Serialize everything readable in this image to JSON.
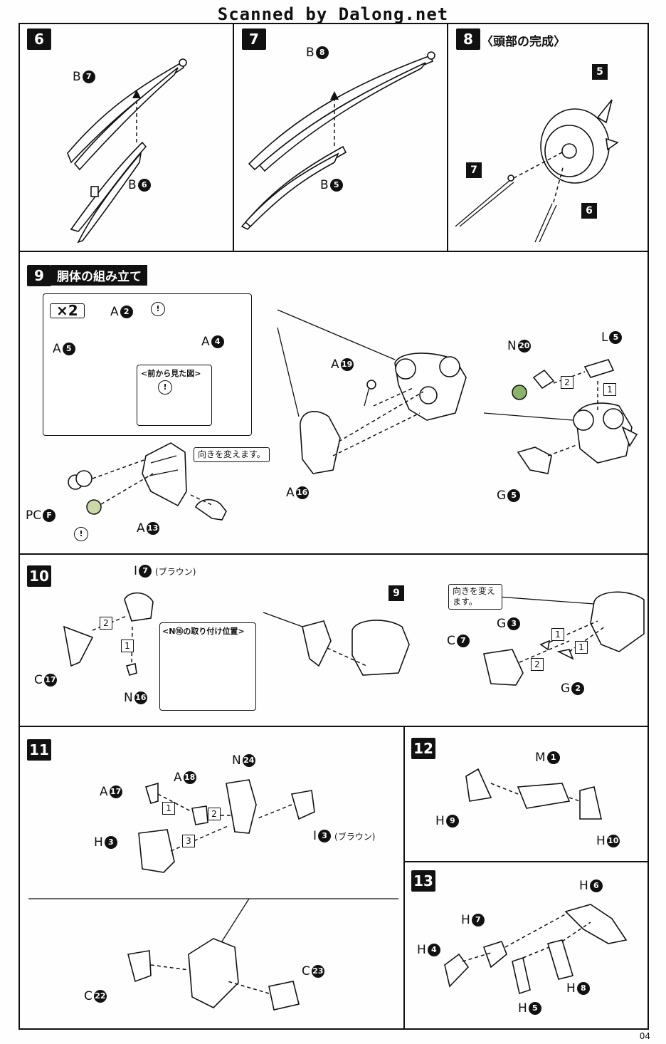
{
  "header": "Scanned by Dalong.net",
  "page_number": "04",
  "steps": {
    "s6": {
      "num": "6",
      "labels": [
        {
          "letter": "B",
          "n": "7"
        },
        {
          "letter": "B",
          "n": "6"
        }
      ]
    },
    "s7": {
      "num": "7",
      "labels": [
        {
          "letter": "B",
          "n": "8"
        },
        {
          "letter": "B",
          "n": "5"
        }
      ]
    },
    "s8": {
      "num": "8",
      "title": "〈頭部の完成〉",
      "parts": [
        "5",
        "7",
        "6"
      ]
    },
    "s9": {
      "num": "9",
      "title": "胴体の組み立て",
      "multiplier": "×2",
      "front_view": "<前から見た図>",
      "turn_note": "向きを変えます。",
      "labels": [
        {
          "letter": "A",
          "n": "2"
        },
        {
          "letter": "A",
          "n": "4"
        },
        {
          "letter": "A",
          "n": "5"
        },
        {
          "letter": "PC",
          "n": "F"
        },
        {
          "letter": "A",
          "n": "13"
        },
        {
          "letter": "A",
          "n": "19"
        },
        {
          "letter": "A",
          "n": "16"
        },
        {
          "letter": "N",
          "n": "20"
        },
        {
          "letter": "L",
          "n": "5"
        },
        {
          "letter": "G",
          "n": "5"
        }
      ]
    },
    "s10": {
      "num": "10",
      "brown": "(ブラウン)",
      "n16_note": "<N⑯の取り付け位置>",
      "turn_note": "向きを変えます。",
      "ref": "9",
      "labels": [
        {
          "letter": "I",
          "n": "7"
        },
        {
          "letter": "C",
          "n": "17"
        },
        {
          "letter": "N",
          "n": "16"
        },
        {
          "letter": "G",
          "n": "3"
        },
        {
          "letter": "C",
          "n": "7"
        },
        {
          "letter": "G",
          "n": "2"
        }
      ]
    },
    "s11": {
      "num": "11",
      "brown": "(ブラウン)",
      "labels": [
        {
          "letter": "A",
          "n": "17"
        },
        {
          "letter": "A",
          "n": "18"
        },
        {
          "letter": "N",
          "n": "24"
        },
        {
          "letter": "H",
          "n": "3"
        },
        {
          "letter": "I",
          "n": "3"
        },
        {
          "letter": "C",
          "n": "22"
        },
        {
          "letter": "C",
          "n": "23"
        }
      ]
    },
    "s12": {
      "num": "12",
      "labels": [
        {
          "letter": "M",
          "n": "1"
        },
        {
          "letter": "H",
          "n": "9"
        },
        {
          "letter": "H",
          "n": "10"
        }
      ]
    },
    "s13": {
      "num": "13",
      "labels": [
        {
          "letter": "H",
          "n": "6"
        },
        {
          "letter": "H",
          "n": "7"
        },
        {
          "letter": "H",
          "n": "4"
        },
        {
          "letter": "H",
          "n": "8"
        },
        {
          "letter": "H",
          "n": "5"
        }
      ]
    }
  },
  "order_marks": [
    "1",
    "2",
    "3"
  ],
  "warning_mark": "!"
}
